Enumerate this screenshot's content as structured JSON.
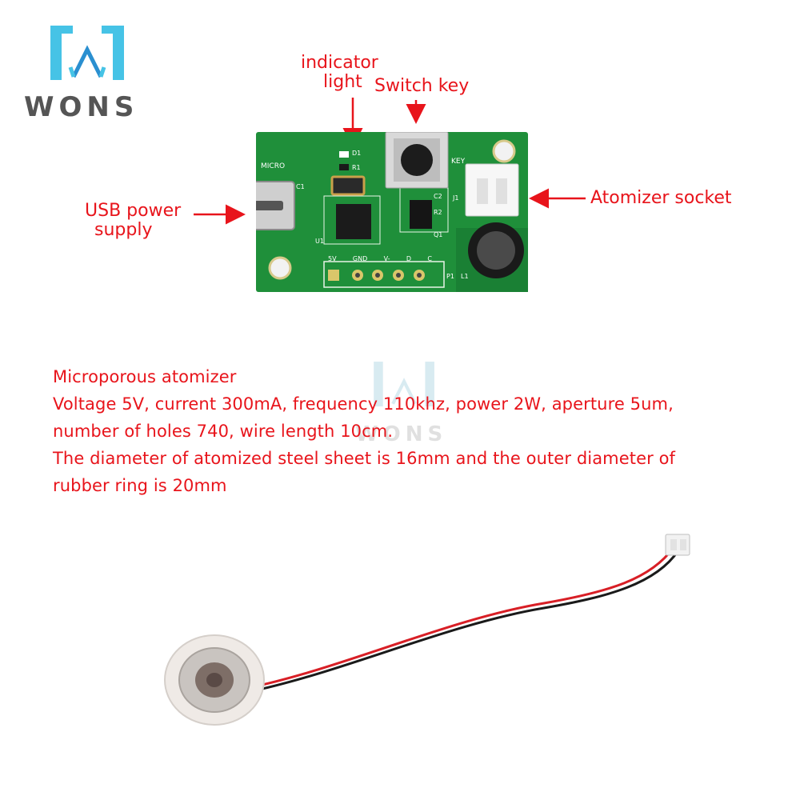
{
  "brand": {
    "logo_text": "WONS",
    "watermark_text": "WONS"
  },
  "colors": {
    "annotation": "#e8141b",
    "pcb": "#1f8f3a",
    "logo_blue": "#46c3e6"
  },
  "annotations": {
    "indicator_light": [
      "indicator",
      "light"
    ],
    "switch_key": "Switch key",
    "usb_power_supply": [
      "USB power",
      "supply"
    ],
    "atomizer_socket": "Atomizer socket"
  },
  "pcb_silkscreen": {
    "micro": "MICRO",
    "key": "KEY",
    "d1": "D1",
    "r1": "R1",
    "c1": "C1",
    "c2": "C2",
    "r2": "R2",
    "j1": "J1",
    "q1": "Q1",
    "u1": "U1",
    "l1": "L1",
    "p1": "P1",
    "pins": [
      "5V",
      "GND",
      "V-",
      "D",
      "C"
    ]
  },
  "spec_lines": [
    "Microporous atomizer",
    "Voltage 5V, current 300mA, frequency 110khz, power 2W, aperture 5um,",
    "number of holes 740, wire length 10cm.",
    "The diameter of atomized steel sheet is 16mm and the outer diameter of",
    "rubber ring is 20mm"
  ]
}
